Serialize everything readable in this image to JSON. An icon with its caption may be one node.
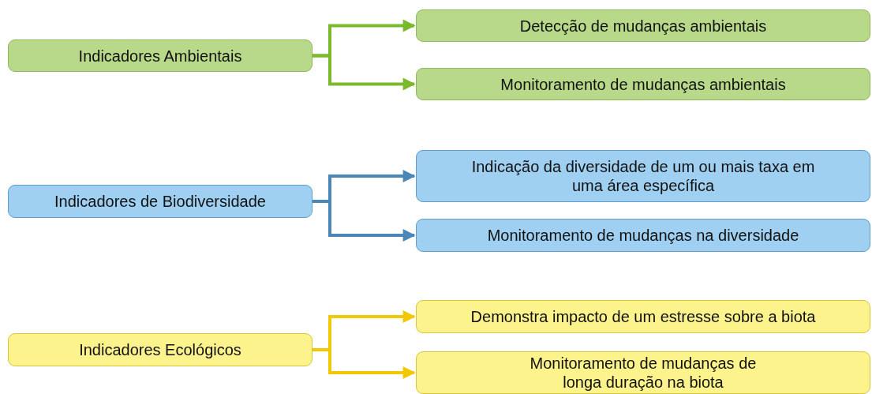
{
  "diagram": {
    "nodes": [
      {
        "text": [
          "Indicadores Ambientais"
        ]
      },
      {
        "text": [
          "Detecção de mudanças ambientais"
        ]
      },
      {
        "text": [
          "Monitoramento de mudanças ambientais"
        ]
      },
      {
        "text": [
          "Indicadores de Biodiversidade"
        ]
      },
      {
        "text": [
          "Indicação da diversidade de um ou mais taxa em uma área específica"
        ]
      },
      {
        "text": [
          "Monitoramento de mudanças na diversidade"
        ]
      },
      {
        "text": [
          "Indicadores Ecológicos"
        ]
      },
      {
        "text": [
          "Demonstra impacto de um estresse sobre a biota"
        ]
      },
      {
        "text": [
          "Monitoramento de mudanças de longa duração na biota"
        ]
      }
    ],
    "edges": [
      {
        "from": 0,
        "to": 1,
        "arrow": "to",
        "color": "#7ab929"
      },
      {
        "from": 0,
        "to": 2,
        "arrow": "to",
        "color": "#7ab929"
      },
      {
        "from": 3,
        "to": 4,
        "arrow": "to",
        "color": "#4a86b8"
      },
      {
        "from": 3,
        "to": 5,
        "arrow": "to",
        "color": "#4a86b8"
      },
      {
        "from": 6,
        "to": 7,
        "arrow": "to",
        "color": "#f2c800"
      },
      {
        "from": 6,
        "to": 8,
        "arrow": "to",
        "color": "#f2c800"
      }
    ]
  }
}
